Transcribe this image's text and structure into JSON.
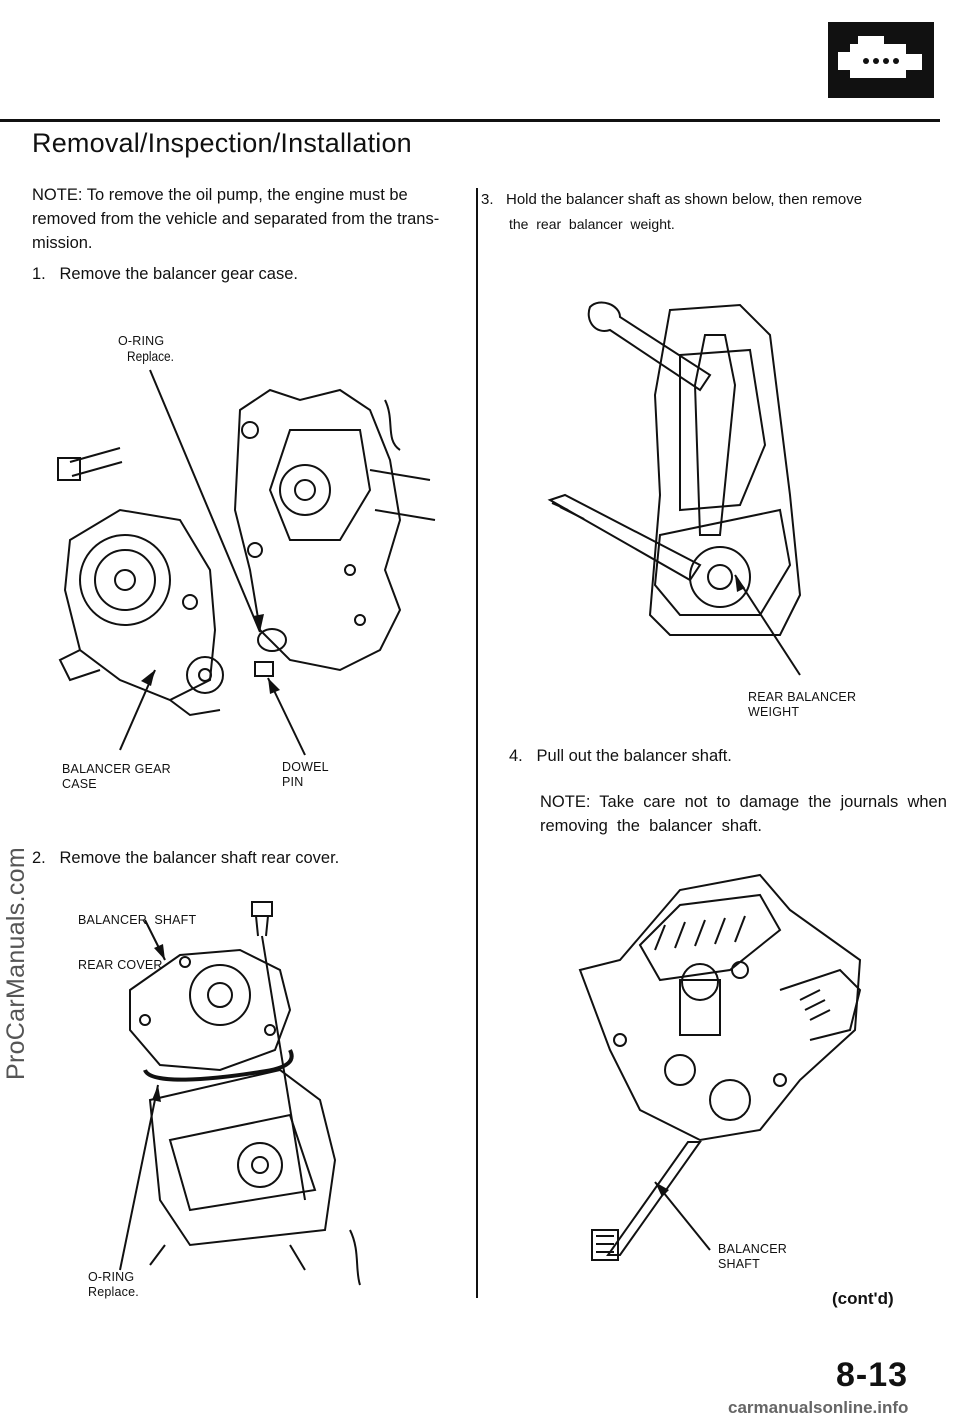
{
  "header": {
    "section_icon": "engine-icon",
    "title": "Removal/Inspection/Installation"
  },
  "left": {
    "note_lines": [
      "NOTE: To remove the oil pump, the engine must be",
      "removed from the vehicle and separated from the trans-",
      "mission."
    ],
    "step1": "1.   Remove the balancer gear case.",
    "fig1": {
      "oring_label": "O-RING",
      "oring_sub": "Replace.",
      "case_label_1": "BALANCER GEAR",
      "case_label_2": "CASE",
      "dowel_label_1": "DOWEL",
      "dowel_label_2": "PIN"
    },
    "step2": "2.   Remove the balancer shaft rear cover.",
    "fig2": {
      "cover_label_1": "BALANCER  SHAFT",
      "cover_label_2": "REAR COVER",
      "oring_label": "O-RING",
      "oring_sub": "Replace."
    }
  },
  "right": {
    "step3_line1": "3.   Hold the balancer shaft as shown below, then remove",
    "step3_line2": "the  rear  balancer  weight.",
    "fig3": {
      "weight_label_1": "REAR BALANCER",
      "weight_label_2": "WEIGHT"
    },
    "step4": "4.   Pull out the balancer shaft.",
    "note_line1": "NOTE:  Take  care  not  to  damage  the  journals  when",
    "note_line2": "removing  the  balancer  shaft.",
    "fig4": {
      "shaft_label_1": "BALANCER",
      "shaft_label_2": "SHAFT"
    },
    "contd": "(cont'd)"
  },
  "footer": {
    "page_number": "8-13",
    "url": "carmanualsonline.info"
  },
  "watermark": "ProCarManuals.com"
}
